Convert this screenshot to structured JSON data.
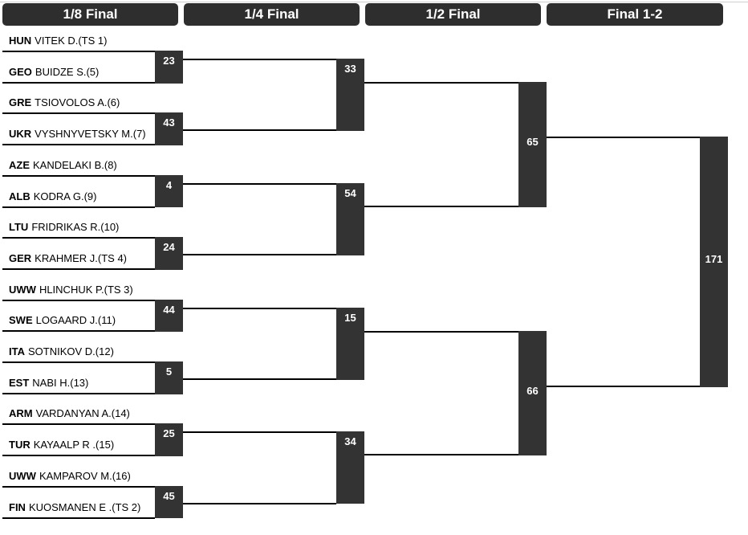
{
  "headers": [
    "1/8 Final",
    "1/4 Final",
    "1/2 Final",
    "Final 1-2"
  ],
  "athletes": [
    {
      "country": "HUN",
      "name": "VITEK D.(TS 1)"
    },
    {
      "country": "GEO",
      "name": "BUIDZE S.(5)"
    },
    {
      "country": "GRE",
      "name": "TSIOVOLOS A.(6)"
    },
    {
      "country": "UKR",
      "name": "VYSHNYVETSKY M.(7)"
    },
    {
      "country": "AZE",
      "name": "KANDELAKI B.(8)"
    },
    {
      "country": "ALB",
      "name": "KODRA G.(9)"
    },
    {
      "country": "LTU",
      "name": "FRIDRIKAS R.(10)"
    },
    {
      "country": "GER",
      "name": "KRAHMER J.(TS 4)"
    },
    {
      "country": "UWW",
      "name": "HLINCHUK P.(TS 3)"
    },
    {
      "country": "SWE",
      "name": "LOGAARD J.(11)"
    },
    {
      "country": "ITA",
      "name": "SOTNIKOV D.(12)"
    },
    {
      "country": "EST",
      "name": "NABI H.(13)"
    },
    {
      "country": "ARM",
      "name": "VARDANYAN A.(14)"
    },
    {
      "country": "TUR",
      "name": "KAYAALP R .(15)"
    },
    {
      "country": "UWW",
      "name": "KAMPAROV M.(16)"
    },
    {
      "country": "FIN",
      "name": "KUOSMANEN E .(TS 2)"
    }
  ],
  "bouts": {
    "round_of_16": [
      "23",
      "43",
      "4",
      "24",
      "44",
      "5",
      "25",
      "45"
    ],
    "quarterfinals": [
      "33",
      "54",
      "15",
      "34"
    ],
    "semifinals": [
      "65",
      "66"
    ],
    "final": [
      "171"
    ]
  }
}
